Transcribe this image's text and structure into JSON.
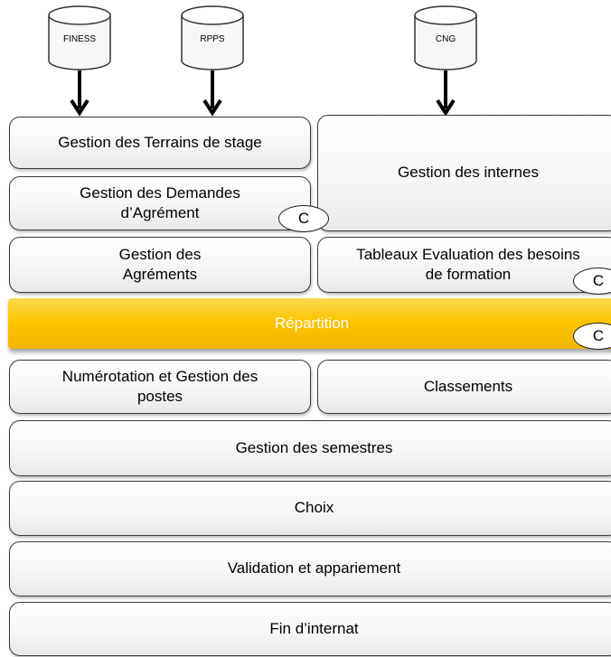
{
  "databases": [
    {
      "id": "finess",
      "label": "FINESS"
    },
    {
      "id": "rpps",
      "label": "RPPS"
    },
    {
      "id": "cng",
      "label": "CNG"
    }
  ],
  "boxes": {
    "terrains": "Gestion des Terrains de stage",
    "demandes_line1": "Gestion des Demandes",
    "demandes_line2": "d’Agrément",
    "agrements_line1": "Gestion des",
    "agrements_line2": "Agréments",
    "internes": "Gestion des internes",
    "tableaux_line1": "Tableaux Evaluation des besoins",
    "tableaux_line2": "de formation",
    "repartition": "Répartition",
    "numerotation_line1": "Numérotation et Gestion des",
    "numerotation_line2": "postes",
    "classements": "Classements",
    "semestres": "Gestion des semestres",
    "choix": "Choix",
    "validation": "Validation et appariement",
    "fin": "Fin d’internat"
  },
  "badges": {
    "demandes": "C",
    "tableaux": "C",
    "repartition": "C"
  }
}
